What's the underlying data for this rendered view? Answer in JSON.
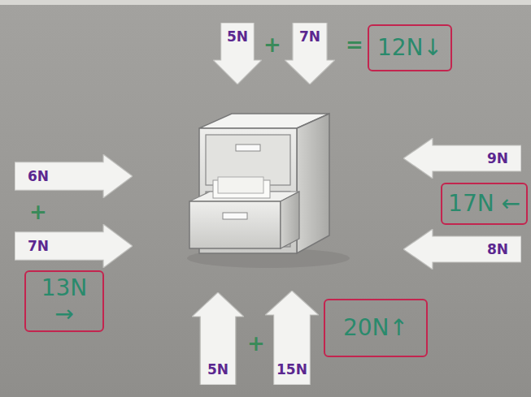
{
  "diagram": {
    "nodes": [
      {
        "text": [
          "5N"
        ]
      },
      {
        "text": [
          "7N"
        ]
      },
      {
        "text": [
          "12N↓"
        ]
      },
      {
        "text": [
          "6N"
        ]
      },
      {
        "text": [
          "7N"
        ]
      },
      {
        "text": [
          "13N →"
        ]
      },
      {
        "text": [
          "9N"
        ]
      },
      {
        "text": [
          "17N ←"
        ]
      },
      {
        "text": [
          "8N"
        ]
      },
      {
        "text": [
          "5N"
        ]
      },
      {
        "text": [
          "15N"
        ]
      },
      {
        "text": [
          "20N↑"
        ]
      }
    ],
    "labels": [
      "+",
      "=",
      "+",
      "+"
    ]
  }
}
